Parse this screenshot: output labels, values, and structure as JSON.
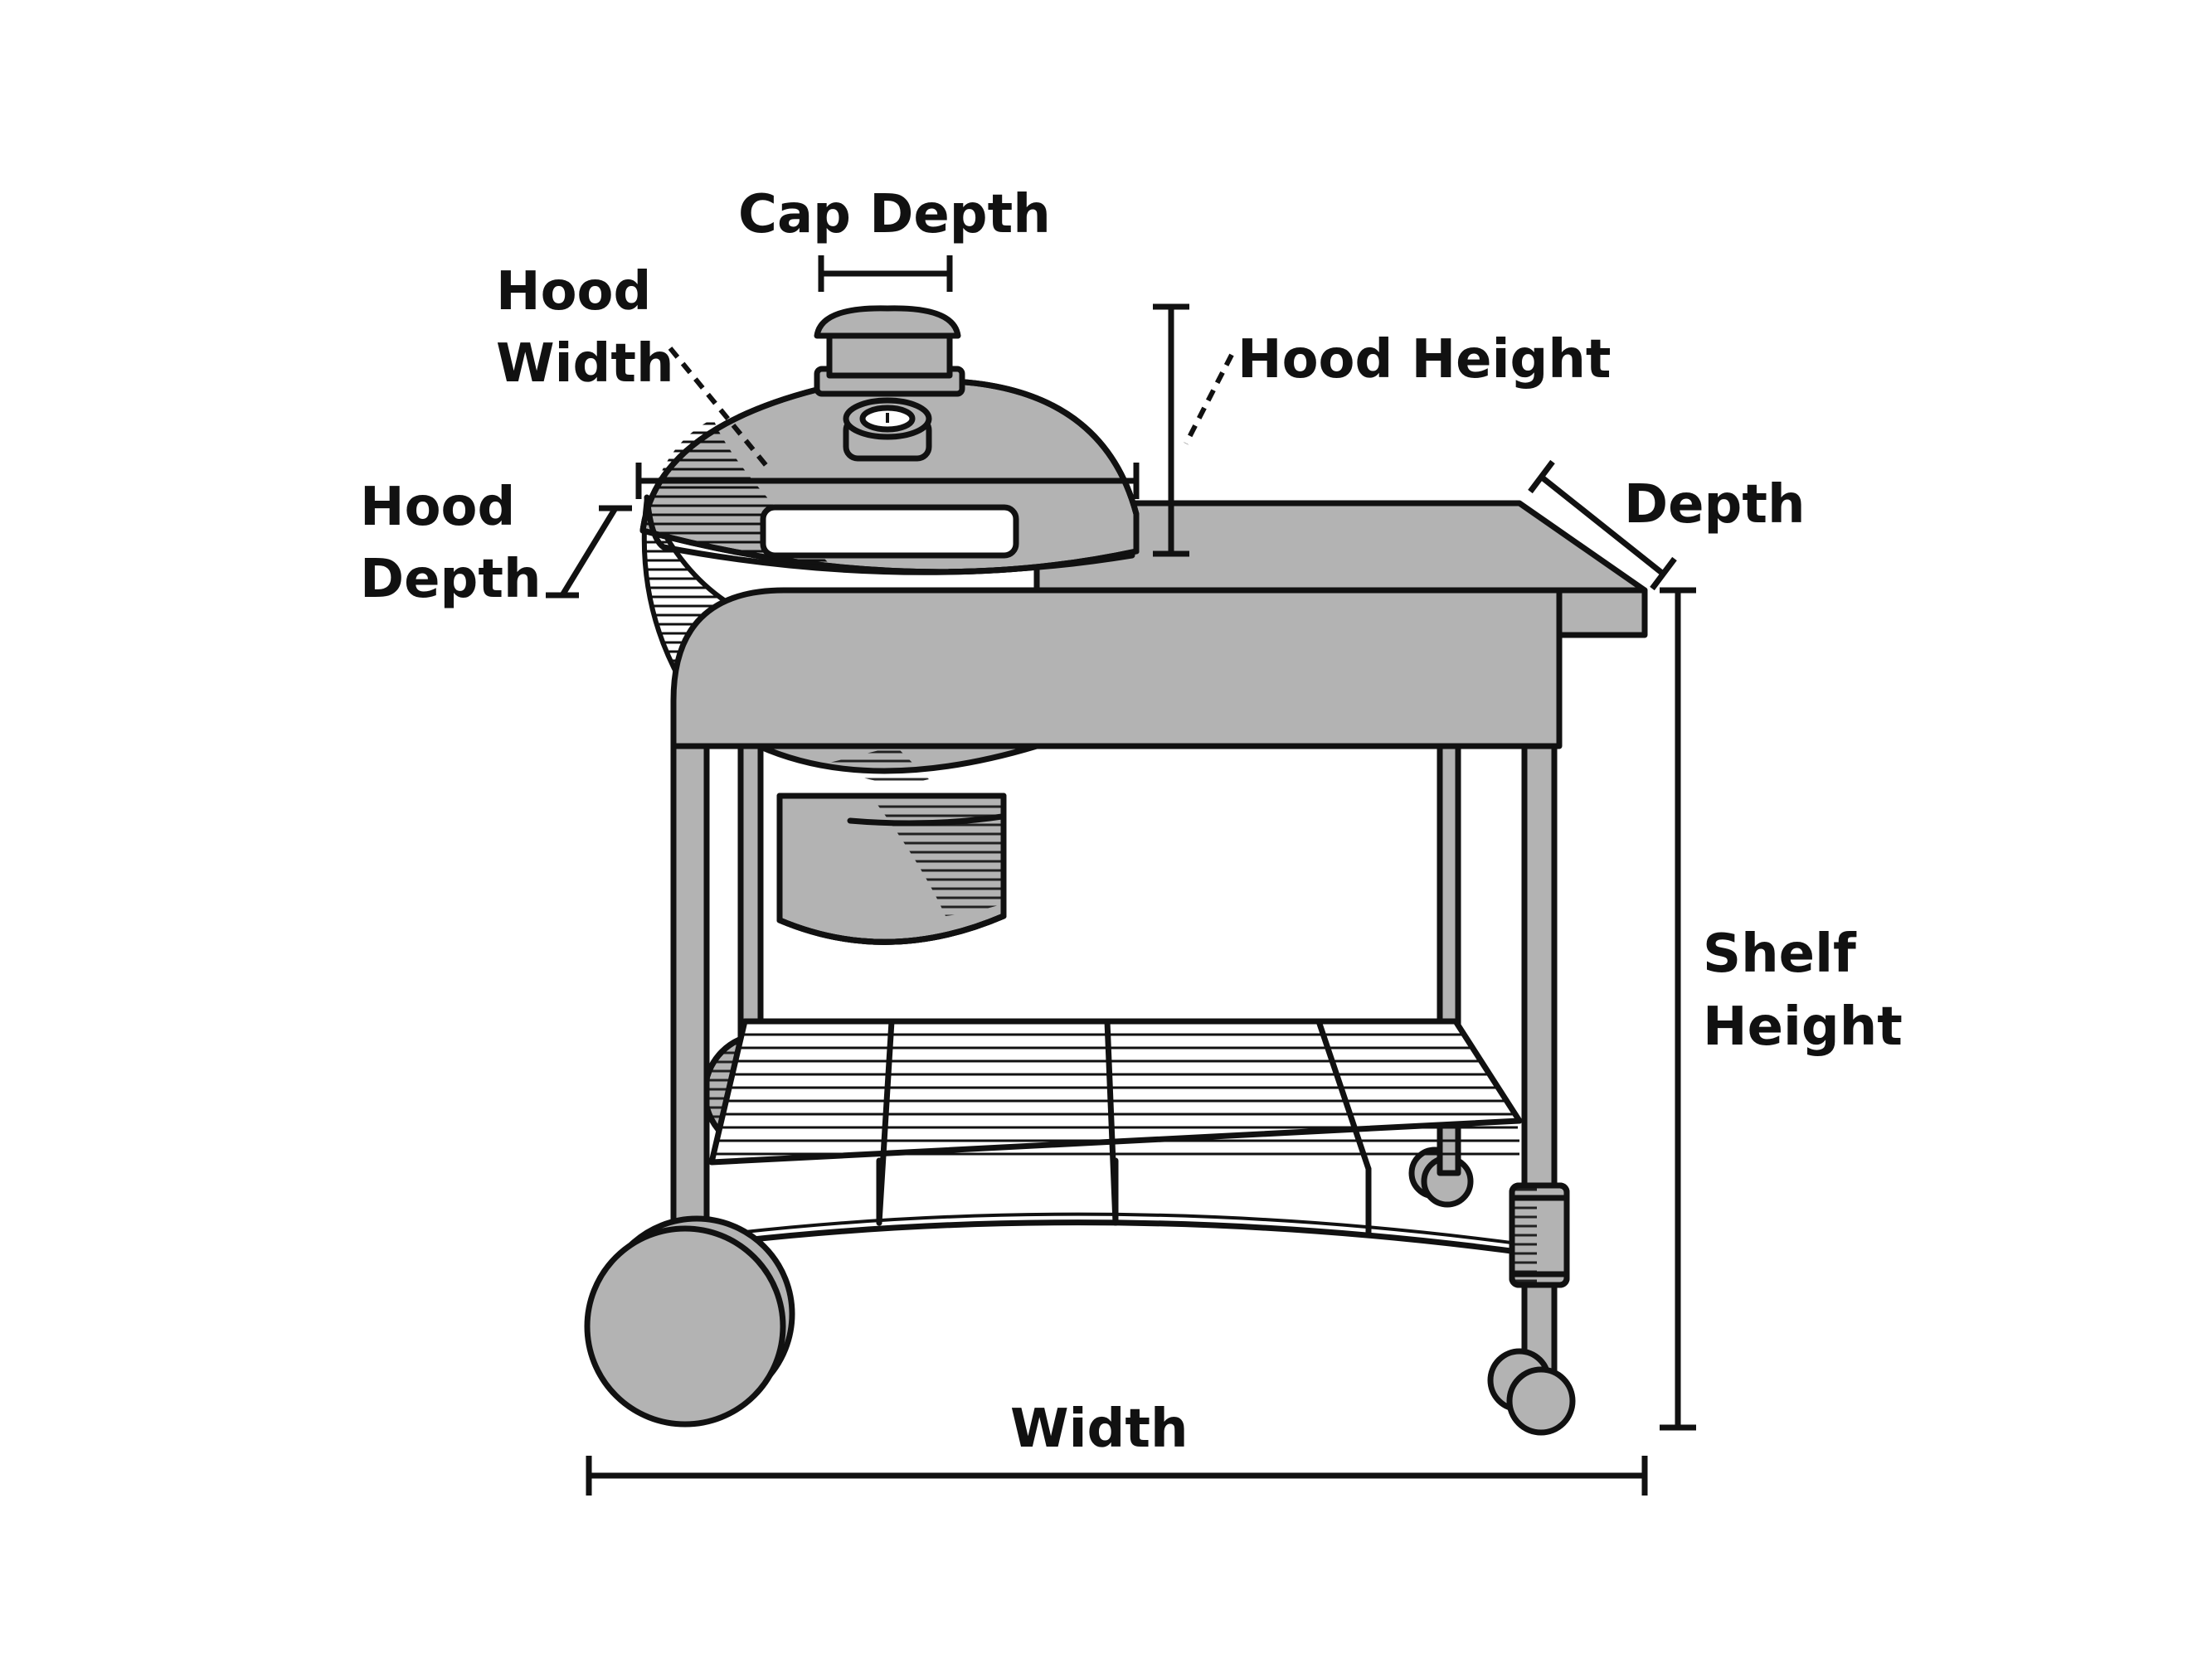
{
  "labels": {
    "cap_depth": "Cap Depth",
    "hood_width_line1": "Hood",
    "hood_width_line2": "Width",
    "hood_height": "Hood Height",
    "hood_depth_line1": "Hood",
    "hood_depth_line2": "Depth",
    "depth": "Depth",
    "shelf_height_line1": "Shelf",
    "shelf_height_line2": "Height",
    "width": "Width"
  },
  "colors": {
    "body_fill": "#b3b3b3",
    "outline": "#111111",
    "background": "#ffffff"
  }
}
